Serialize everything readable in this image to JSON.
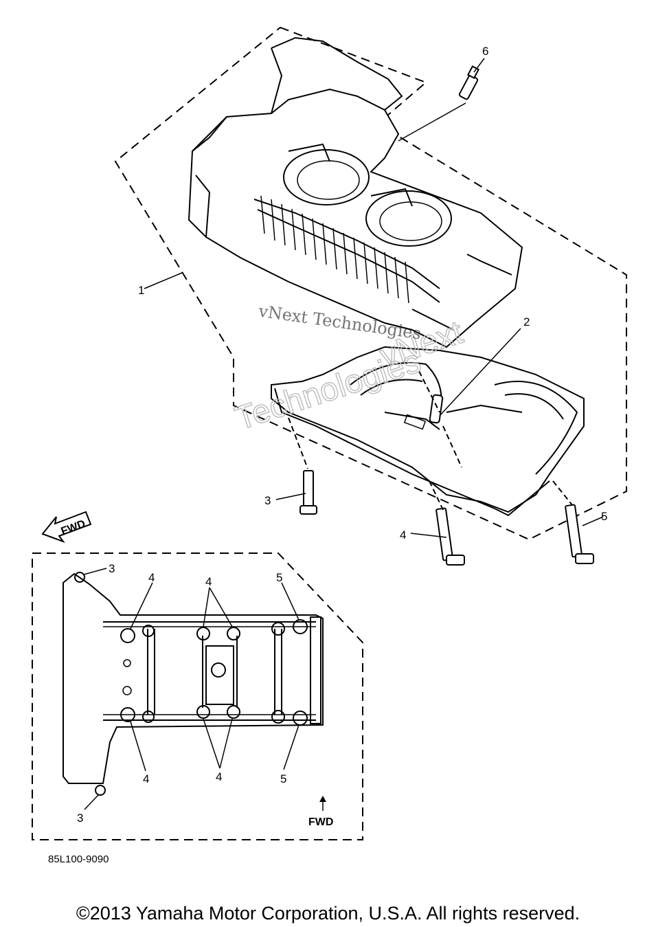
{
  "callouts": {
    "c1": "1",
    "c2": "2",
    "c3": "3",
    "c4": "4",
    "c5": "5",
    "c6": "6",
    "d3a": "3",
    "d3b": "3",
    "d4a": "4",
    "d4b": "4",
    "d4c": "4",
    "d4d": "4",
    "d5a": "5",
    "d5b": "5"
  },
  "fwd_arrow_label": "FWD",
  "fwd_detail_label": "FWD",
  "part_code": "85L100-9090",
  "watermark": {
    "line1": "vNext Technologies",
    "line2a": "vNext",
    "line2b": "Technologies"
  },
  "copyright": "©2013 Yamaha Motor Corporation, U.S.A. All rights reserved."
}
